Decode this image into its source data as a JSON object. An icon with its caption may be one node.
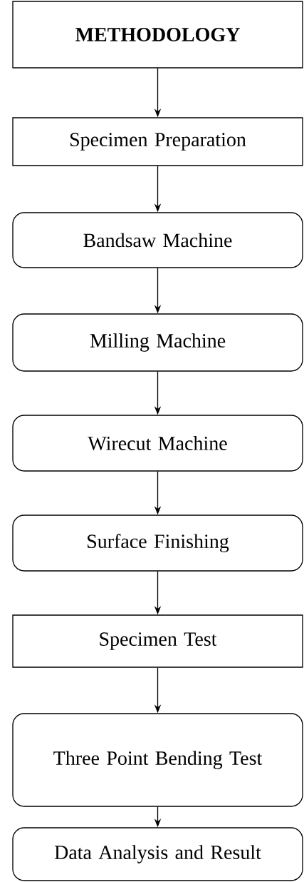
{
  "diagram": {
    "nodes": [
      {
        "text": [
          "METHODOLOGY"
        ]
      },
      {
        "text": [
          "Specimen Preparation"
        ]
      },
      {
        "text": [
          "Bandsaw Machine"
        ]
      },
      {
        "text": [
          "Milling Machine"
        ]
      },
      {
        "text": [
          "Wirecut Machine"
        ]
      },
      {
        "text": [
          "Surface Finishing"
        ]
      },
      {
        "text": [
          "Specimen Test"
        ]
      },
      {
        "text": [
          "Three Point Bending Test"
        ]
      },
      {
        "text": [
          "Data Analysis and Result"
        ]
      }
    ],
    "edges": [
      {
        "from": 0,
        "to": 1,
        "arrow": "to"
      },
      {
        "from": 1,
        "to": 2,
        "arrow": "to"
      },
      {
        "from": 2,
        "to": 3,
        "arrow": "to"
      },
      {
        "from": 3,
        "to": 4,
        "arrow": "to"
      },
      {
        "from": 4,
        "to": 5,
        "arrow": "to"
      },
      {
        "from": 5,
        "to": 6,
        "arrow": "to"
      },
      {
        "from": 6,
        "to": 7,
        "arrow": "to"
      },
      {
        "from": 7,
        "to": 8,
        "arrow": "to"
      }
    ]
  }
}
